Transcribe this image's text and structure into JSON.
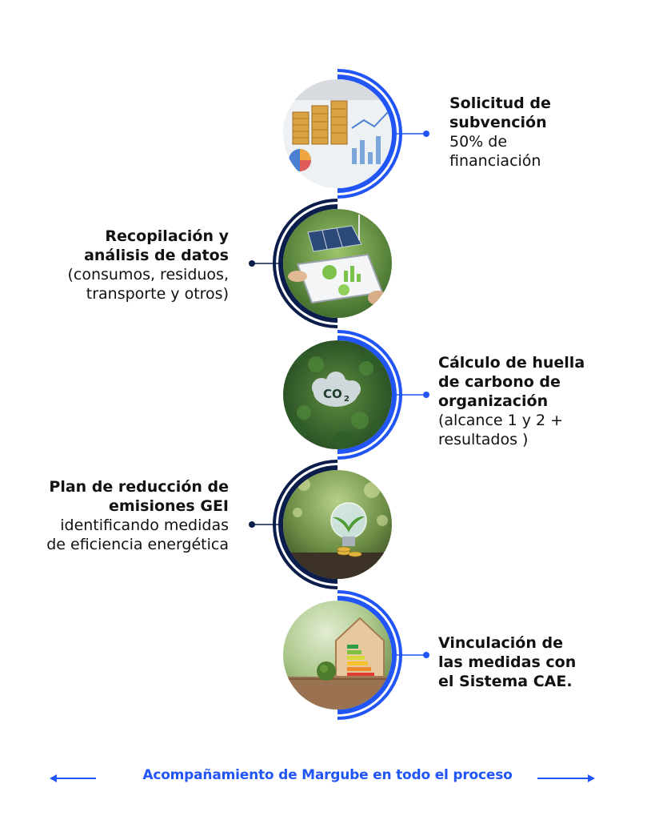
{
  "colors": {
    "accent_blue": "#2155f5",
    "navy": "#0b1d4a",
    "text": "#111111"
  },
  "steps": [
    {
      "side": "right",
      "title": "Solicitud de\nsubvención",
      "desc": "50% de\nfinanciación",
      "image": "coins-and-financial-charts",
      "ring_color": "blue"
    },
    {
      "side": "left",
      "title": "Recopilación y\nanálisis de datos",
      "desc": "(consumos, residuos,\ntransporte y otros)",
      "image": "tablet-with-charts-and-solar-panels",
      "ring_color": "navy"
    },
    {
      "side": "right",
      "title": "Cálculo de huella\nde carbono de\norganización",
      "desc": "(alcance 1 y 2 +\nresultados )",
      "image": "co2-cloud-over-forest",
      "ring_color": "blue"
    },
    {
      "side": "left",
      "title": "Plan de reducción de\nemisiones GEI",
      "desc": "identificando medidas\nde eficiencia energética",
      "image": "lightbulb-with-plant-and-coins",
      "ring_color": "navy"
    },
    {
      "side": "right",
      "title": "Vinculación de\nlas medidas con\nel Sistema CAE.",
      "desc": "",
      "image": "house-with-energy-rating-label",
      "ring_color": "blue"
    }
  ],
  "footer": {
    "text": "Acompañamiento de Margube en todo el proceso",
    "left_arrow_icon": "arrow-left-icon",
    "right_arrow_icon": "arrow-right-icon"
  }
}
